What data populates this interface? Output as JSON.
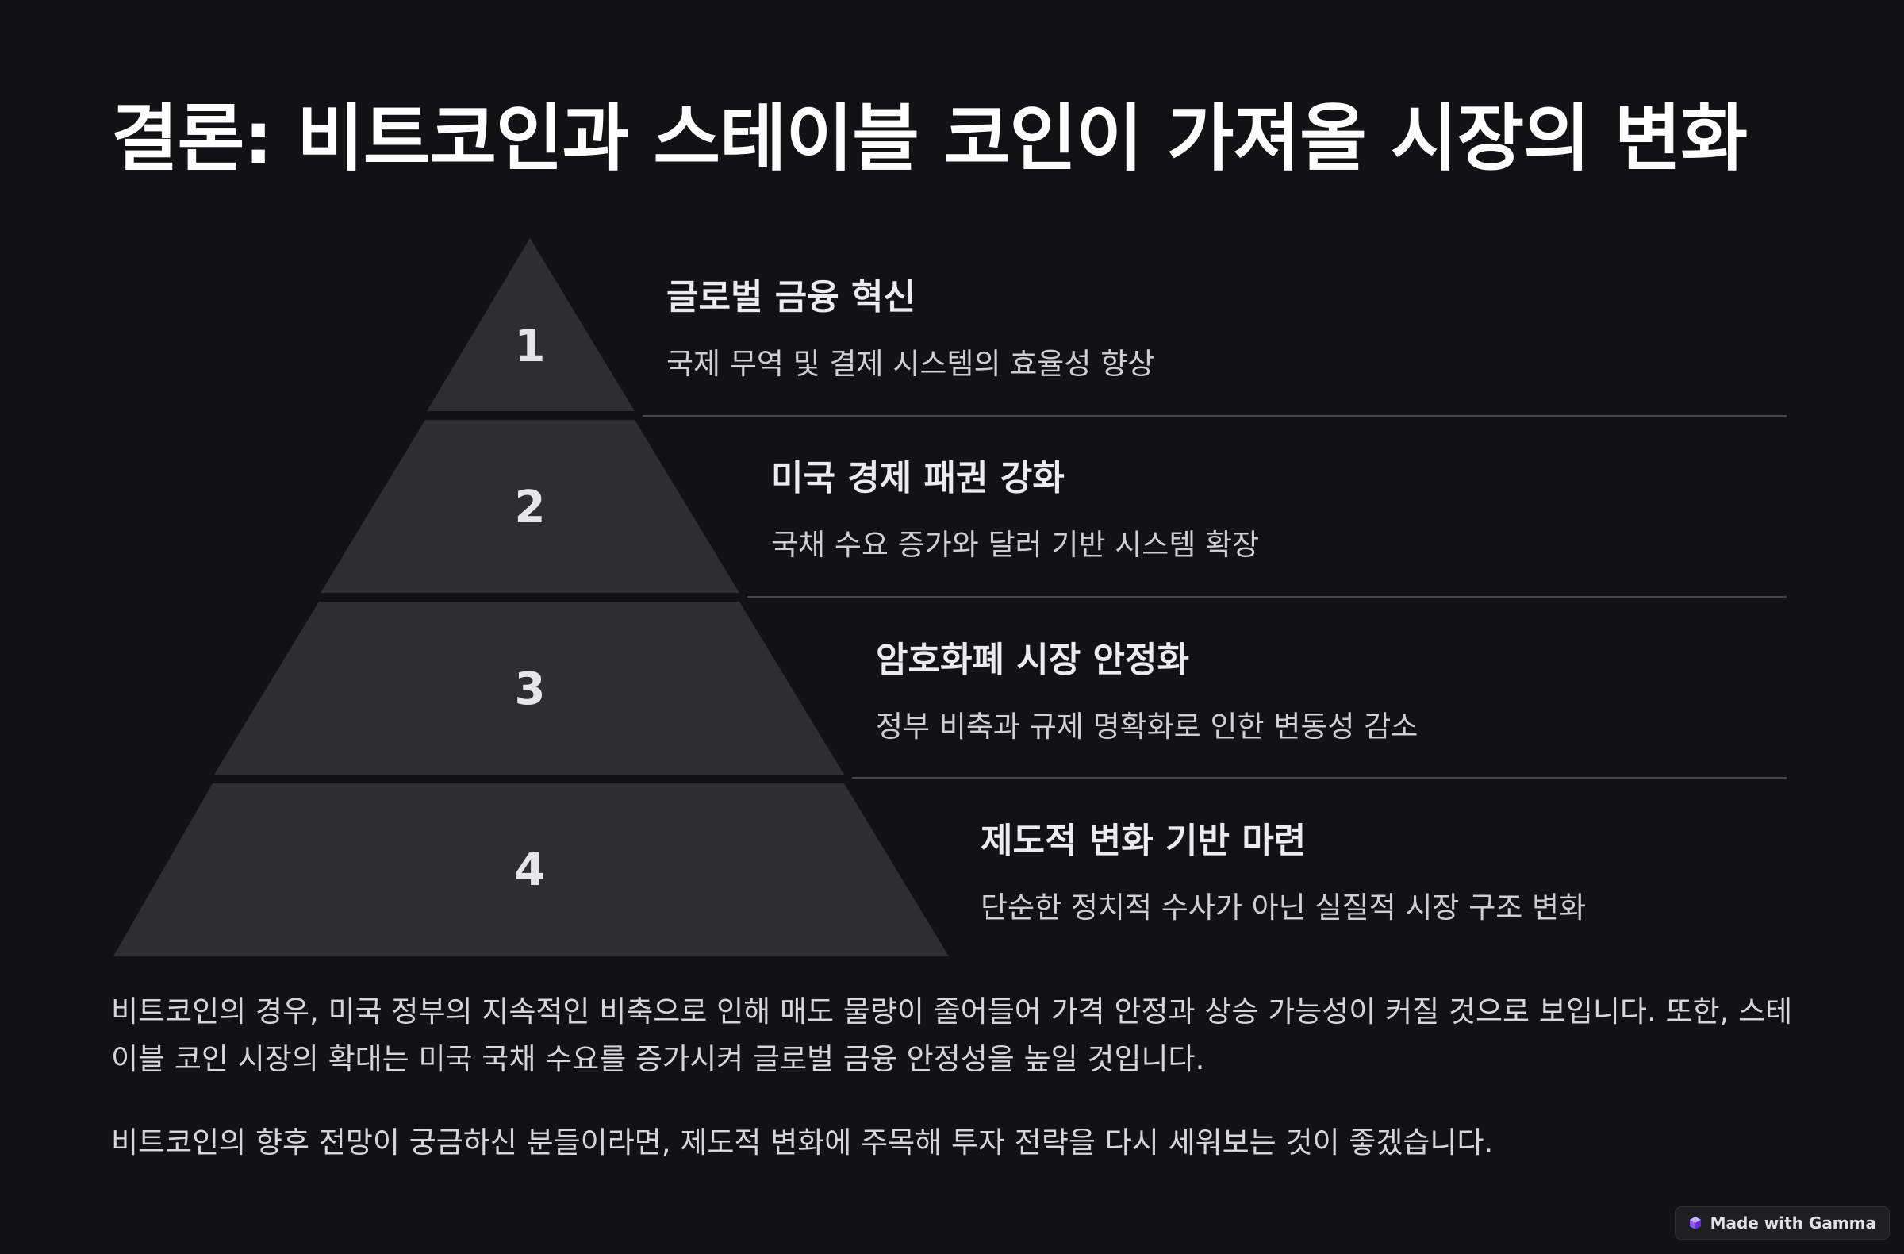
{
  "title": "결론: 비트코인과 스테이블 코인이 가져올 시장의 변화",
  "tiers": [
    {
      "number": "1",
      "heading": "글로벌 금융 혁신",
      "description": "국제 무역 및 결제 시스템의 효율성 향상"
    },
    {
      "number": "2",
      "heading": "미국 경제 패권 강화",
      "description": "국채 수요 증가와 달러 기반 시스템 확장"
    },
    {
      "number": "3",
      "heading": "암호화폐 시장 안정화",
      "description": "정부 비축과 규제 명확화로 인한 변동성 감소"
    },
    {
      "number": "4",
      "heading": "제도적 변화 기반 마련",
      "description": "단순한 정치적 수사가 아닌 실질적 시장 구조 변화"
    }
  ],
  "paragraphs": [
    "비트코인의 경우, 미국 정부의 지속적인 비축으로 인해 매도 물량이 줄어들어 가격 안정과 상승 가능성이 커질 것으로 보입니다. 또한, 스테이블 코인 시장의 확대는 미국 국채 수요를 증가시켜 글로벌 금융 안정성을 높일 것입니다.",
    "비트코인의 향후 전망이 궁금하신 분들이라면, 제도적 변화에 주목해 투자 전략을 다시 세워보는 것이 좋겠습니다."
  ],
  "badge": {
    "label": "Made with Gamma",
    "icon": "gamma-logo-icon"
  },
  "colors": {
    "background": "#121214",
    "pyramid_fill": "#2e2e31",
    "divider": "#45454a",
    "title": "#ffffff",
    "text": "#d6d6da"
  }
}
